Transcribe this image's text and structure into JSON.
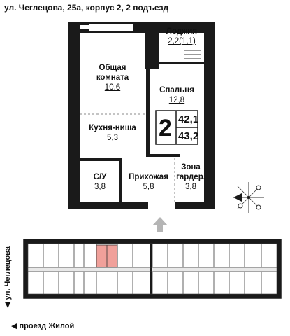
{
  "header": {
    "address": "ул. Чеглецова, 25а, корпус 2, 2 подъезд"
  },
  "apartment": {
    "rooms_count": "2",
    "total_area": "42,1",
    "total_area_with_balcony": "43,2"
  },
  "rooms": [
    {
      "id": "loggia",
      "name": "Лоджия",
      "area": "2,2(1,1)"
    },
    {
      "id": "common-room",
      "name_line1": "Общая",
      "name_line2": "комната",
      "area": "10,6"
    },
    {
      "id": "bedroom",
      "name": "Спальня",
      "area": "12,8"
    },
    {
      "id": "kitchen-niche",
      "name": "Кухня-ниша",
      "area": "5,3"
    },
    {
      "id": "bathroom",
      "name": "С/У",
      "area": "3,8"
    },
    {
      "id": "hallway",
      "name": "Прихожая",
      "area": "5,8"
    },
    {
      "id": "wardrobe",
      "name_line1": "Зона",
      "name_line2": "гардер.",
      "area": "3,8"
    }
  ],
  "site_plan": {
    "street": "ул. Чеглецова",
    "road": "проезд Жилой",
    "highlight_color": "#f0a09a"
  },
  "colors": {
    "wall": "#1a1a1a",
    "arrow": "#b5b5b5"
  },
  "icons": {
    "entrance": "entrance-arrow-icon",
    "compass": "compass-rose-icon"
  }
}
